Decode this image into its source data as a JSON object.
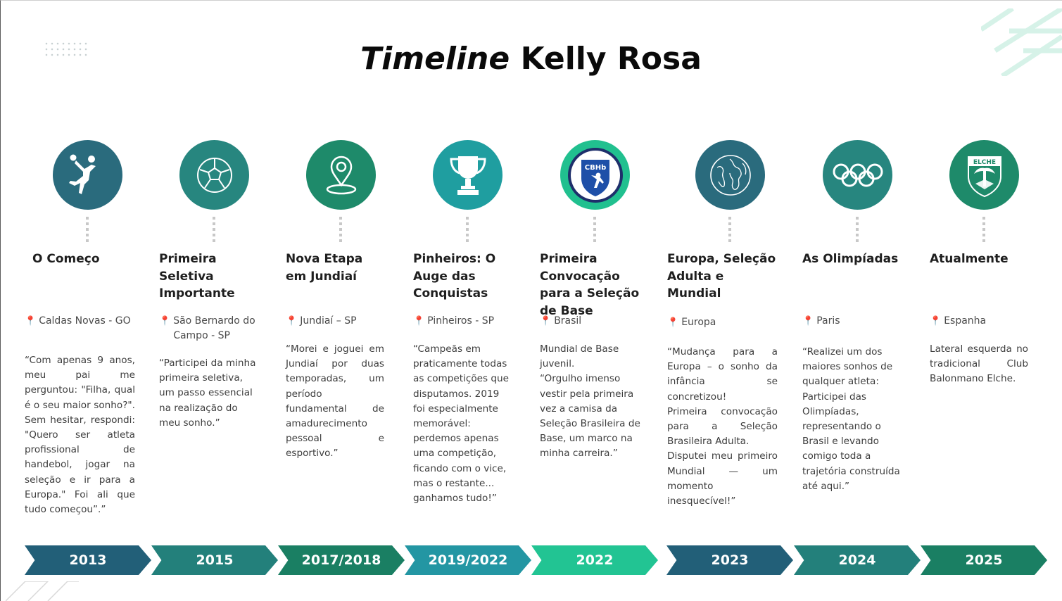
{
  "title": {
    "italic": "Timeline",
    "name": "Kelly Rosa"
  },
  "events": [
    {
      "heading": "O Começo",
      "location": "Caldas Novas - GO",
      "text": "“Com apenas 9 anos, meu pai me perguntou: \"Filha, qual é o seu maior sonho?\". Sem hesitar, respondi: \"Quero ser atleta profissional de handebol, jogar na seleção e ir para a Europa.\" Foi ali que tudo começou”.”",
      "year": "2013",
      "icon": "handball-player-icon",
      "color": "#2a6b7d"
    },
    {
      "heading": "Primeira Seletiva Importante",
      "location": "São Bernardo do Campo - SP",
      "text": "“Participei da minha primeira seletiva, um passo essencial na realização do meu sonho.”",
      "year": "2015",
      "icon": "ball-icon",
      "color": "#27867f"
    },
    {
      "heading": "Nova Etapa em Jundiaí",
      "location": "Jundiaí – SP",
      "text": "“Morei e joguei em Jundiaí por duas temporadas, um período fundamental de amadurecimento pessoal e esportivo.”",
      "year": "2017/2018",
      "icon": "location-pin-icon",
      "color": "#1e8a6a"
    },
    {
      "heading": "Pinheiros: O Auge das Conquistas",
      "location": "Pinheiros - SP",
      "text": "“Campeãs em praticamente todas as competições que disputamos. 2019 foi especialmente memorável: perdemos apenas uma competição, ficando com o vice, mas o restante... ganhamos tudo!”",
      "year": "2019/2022",
      "icon": "trophy-icon",
      "color": "#1f9ea0"
    },
    {
      "heading": "Primeira Convocação para a Seleção de Base",
      "location": "Brasil",
      "text": "Mundial de Base juvenil.\n“Orgulho imenso vestir pela primeira vez a camisa da Seleção Brasileira de Base, um marco na minha carreira.”",
      "year": "2022",
      "icon": "cbhb-logo-icon",
      "color": "#21c08f"
    },
    {
      "heading": "Europa, Seleção Adulta e Mundial",
      "location": "Europa",
      "text": "“Mudança para a Europa – o sonho da infância se concretizou!\nPrimeira convocação para a Seleção Brasileira Adulta.\nDisputei meu primeiro Mundial — um momento inesquecível!”",
      "year": "2023",
      "icon": "globe-icon",
      "color": "#2a6b7d"
    },
    {
      "heading": "As Olimpíadas",
      "location": "Paris",
      "text": "“Realizei um dos maiores sonhos de qualquer atleta: Participei das Olimpíadas, representando o Brasil e levando comigo toda a trajetória construída até aqui.”",
      "year": "2024",
      "icon": "olympic-rings-icon",
      "color": "#27867f"
    },
    {
      "heading": "Atualmente",
      "location": "Espanha",
      "text": "Lateral esquerda no tradicional Club Balonmano Elche.",
      "year": "2025",
      "icon": "elche-crest-icon",
      "color": "#1e8a6a"
    }
  ],
  "arrow_colors": [
    "#225f78",
    "#23807b",
    "#1a7f63",
    "#2396a3",
    "#22c493",
    "#225f78",
    "#23807b",
    "#1a7f63"
  ],
  "cbhb_text": "CBHb",
  "elche_text": "ELCHE"
}
